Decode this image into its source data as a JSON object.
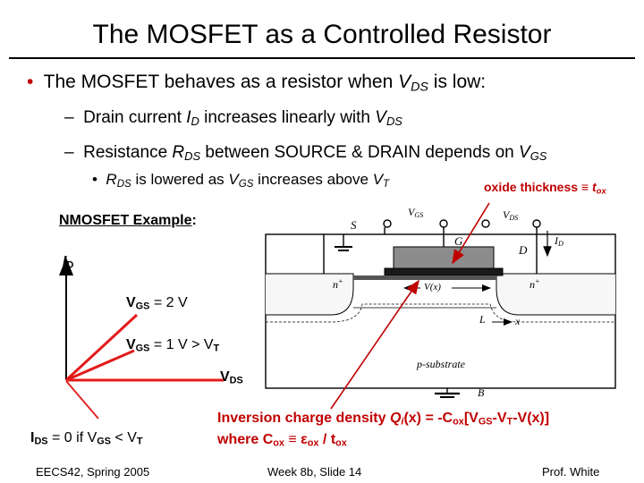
{
  "title": "The MOSFET as a Controlled Resistor",
  "bullet1": {
    "marker": "•",
    "text_a": "The MOSFET behaves as a resistor when ",
    "var": "V",
    "sub": "DS",
    "text_b": " is low:"
  },
  "bullet2": {
    "marker": "–",
    "text_a": "Drain current ",
    "var1": "I",
    "sub1": "D",
    "text_b": " increases linearly with ",
    "var2": "V",
    "sub2": "DS"
  },
  "bullet3": {
    "marker": "–",
    "text_a": "Resistance ",
    "var1": "R",
    "sub1": "DS",
    "text_b": " between SOURCE & DRAIN depends on ",
    "var2": "V",
    "sub2": "GS"
  },
  "bullet4": {
    "marker": "•",
    "var1": "R",
    "sub1": "DS",
    "text_a": " is lowered as ",
    "var2": "V",
    "sub2": "GS",
    "text_b": " increases above ",
    "var3": "V",
    "sub3": "T"
  },
  "oxide_note": {
    "text": "oxide thickness ≡ ",
    "var": "t",
    "sub": "ox"
  },
  "example_label": "NMOSFET Example",
  "example_colon": ":",
  "graph": {
    "y_axis": "I",
    "y_sub": "D",
    "x_axis": "V",
    "x_sub": "DS",
    "curve1": {
      "var": "V",
      "sub": "GS",
      "text": " = 2 V"
    },
    "curve2": {
      "var": "V",
      "sub": "GS",
      "text": " = 1 V > V",
      "sub2": "T"
    },
    "curve3": {
      "var": "I",
      "sub": "DS",
      "text_a": " = 0 if V",
      "sub2": "GS",
      "text_b": " < V",
      "sub3": "T"
    }
  },
  "device": {
    "vgs": "V",
    "vgs_sub": "GS",
    "vds": "V",
    "vds_sub": "DS",
    "s": "S",
    "g": "G",
    "d": "D",
    "b": "B",
    "id": "I",
    "id_sub": "D",
    "n1": "n",
    "n1_sup": "+",
    "n2": "n",
    "n2_sup": "+",
    "vx": "V(x)",
    "l": "L",
    "x": "x",
    "substrate": "p-substrate"
  },
  "inversion": {
    "line1_a": "Inversion charge density ",
    "q": "Q",
    "q_sub": "i",
    "line1_b": "(x) = -C",
    "c_sub": "ox",
    "line1_c": "[V",
    "v_sub": "GS",
    "line1_d": "-V",
    "t_sub": "T",
    "line1_e": "-V(x)]",
    "line2_a": "where C",
    "c2_sub": "ox",
    "line2_b": " ≡ ε",
    "e_sub": "ox",
    "line2_c": " / t",
    "t2_sub": "ox"
  },
  "footer": {
    "left": "EECS42, Spring 2005",
    "center": "Week 8b, Slide 14",
    "right": "Prof. White"
  },
  "colors": {
    "bullet": "#c00000",
    "arrow": "#c00000",
    "text": "#000000"
  }
}
